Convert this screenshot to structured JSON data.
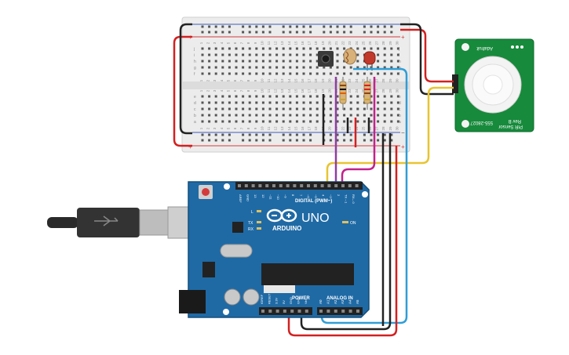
{
  "colors": {
    "breadboard": "#e8e8e8",
    "rail_red": "#d33b3b",
    "rail_blue": "#3b5dbb",
    "arduino_board": "#1f6aa5",
    "arduino_header": "#222222",
    "wire_red": "#d32020",
    "wire_black": "#222222",
    "wire_yellow": "#e8c431",
    "wire_blue": "#2f9ed6",
    "wire_purple": "#8e3fa1",
    "wire_magenta": "#c2228b",
    "pir_board": "#178a3c",
    "led": "#c0392b",
    "usb_cable": "#2a2a2a",
    "usb_plug": "#bdbdbd"
  },
  "breadboard": {
    "column_numbers": [
      "1",
      "2",
      "3",
      "4",
      "5",
      "6",
      "7",
      "8",
      "9",
      "10",
      "11",
      "12",
      "13",
      "14",
      "15",
      "16",
      "17",
      "18",
      "19",
      "20",
      "21",
      "22",
      "23",
      "24",
      "25",
      "26",
      "27",
      "28",
      "29",
      "30"
    ],
    "rows_top": [
      "j",
      "i",
      "h",
      "g",
      "f"
    ],
    "rows_bottom": [
      "e",
      "d",
      "c",
      "b",
      "a"
    ],
    "rail_plus": "+",
    "rail_minus": "−"
  },
  "pir_sensor": {
    "brand": "Adafruit",
    "label": "PIR Sensor",
    "rev": "Rev B",
    "part_number": "555-28027"
  },
  "arduino": {
    "logo_text": "ARDUINO",
    "model": "UNO",
    "digital_label": "DIGITAL (PWM~)",
    "power_label": "POWER",
    "analog_label": "ANALOG IN",
    "led_labels": [
      "L",
      "TX",
      "RX"
    ],
    "on_label": "ON",
    "digital_pins": [
      "AREF",
      "GND",
      "13",
      "12",
      "~11",
      "~10",
      "~9",
      "8",
      "7",
      "~6",
      "~5",
      "4",
      "~3",
      "2",
      "TX→1",
      "RX←0"
    ],
    "power_pins": [
      "IOREF",
      "RESET",
      "3.3V",
      "5V",
      "GND",
      "GND",
      "Vin"
    ],
    "analog_pins": [
      "A0",
      "A1",
      "A2",
      "A3",
      "A4",
      "A5"
    ]
  }
}
